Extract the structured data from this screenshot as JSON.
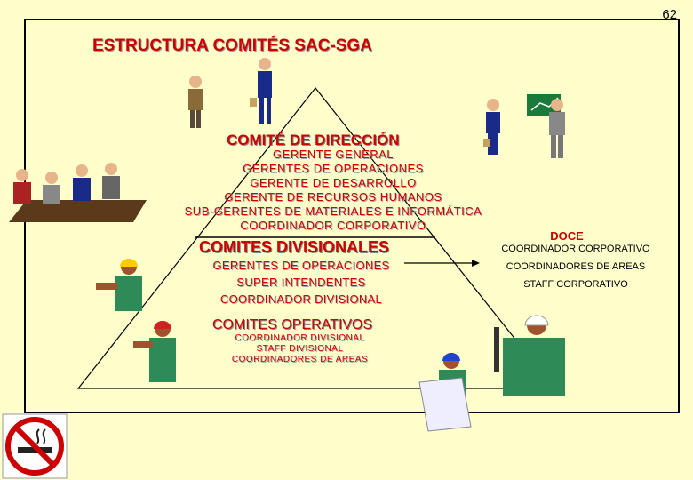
{
  "page_number": "62",
  "title": "ESTRUCTURA COMITÉS  SAC-SGA",
  "direccion": {
    "heading": "COMITÉ DE DIRECCIÓN",
    "members": [
      "GERENTE  GENERAL",
      "GERENTES  DE  OPERACIONES",
      "GERENTE  DE  DESARROLLO",
      "GERENTE  DE  RECURSOS  HUMANOS",
      "SUB-GERENTES  DE  MATERIALES  E  INFORMÁTICA",
      "COORDINADOR  CORPORATIVO"
    ]
  },
  "divisionales": {
    "heading": "COMITES DIVISIONALES",
    "members": [
      "GERENTES  DE  OPERACIONES",
      "SUPER INTENDENTES",
      "COORDINADOR  DIVISIONAL"
    ]
  },
  "operativos": {
    "heading": "COMITES OPERATIVOS",
    "members": [
      "COORDINADOR  DIVISIONAL",
      "STAFF  DIVISIONAL",
      "COORDINADORES  DE  AREAS"
    ]
  },
  "doce": {
    "heading": "DOCE",
    "members": [
      "COORDINADOR  CORPORATIVO",
      "COORDINADORES  DE  AREAS",
      "STAFF  CORPORATIVO"
    ]
  },
  "colors": {
    "heading": "#cc0000",
    "background": "#ffffcc"
  },
  "icons": [
    "businessman-icon",
    "meeting-icon",
    "presenter-icon",
    "worker-icon",
    "no-smoking-icon"
  ]
}
